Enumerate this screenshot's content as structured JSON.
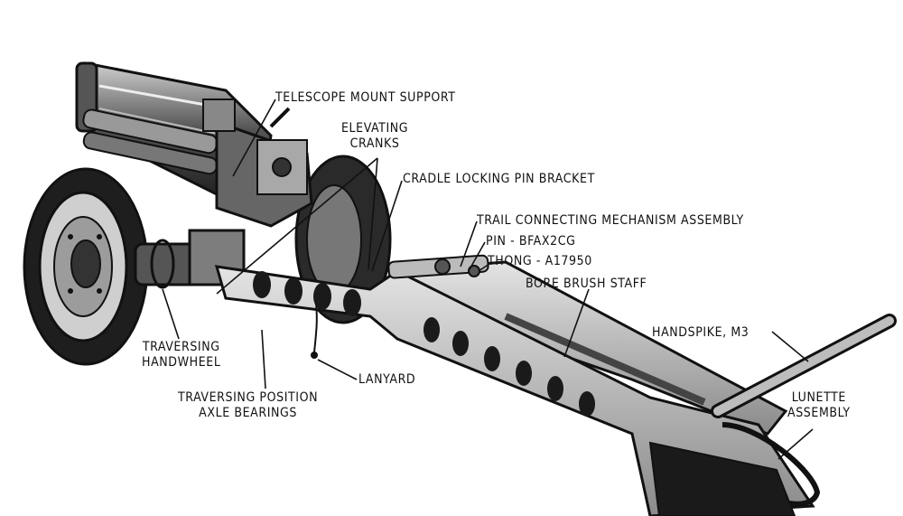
{
  "labels": {
    "telescope_mount_support": "TELESCOPE MOUNT SUPPORT",
    "elevating_cranks": [
      "ELEVATING",
      "CRANKS"
    ],
    "cradle_locking_pin_bracket": "CRADLE LOCKING PIN BRACKET",
    "trail_connecting_mechanism": "TRAIL CONNECTING MECHANISM ASSEMBLY",
    "pin": "PIN - BFAX2CG",
    "thong": "THONG - A17950",
    "bore_brush_staff": "BORE BRUSH STAFF",
    "handspike": "HANDSPIKE, M3",
    "lunette_assembly": [
      "LUNETTE",
      "ASSEMBLY"
    ],
    "traversing_handwheel": [
      "TRAVERSING",
      "HANDWHEEL"
    ],
    "lanyard": "LANYARD",
    "traversing_position_axle_bearings": [
      "TRAVERSING POSITION",
      "AXLE BEARINGS"
    ]
  },
  "colors": {
    "ink": "#111111",
    "metal_light": "#d9d9d9",
    "metal_mid": "#9a9a9a",
    "paper": "#ffffff"
  }
}
